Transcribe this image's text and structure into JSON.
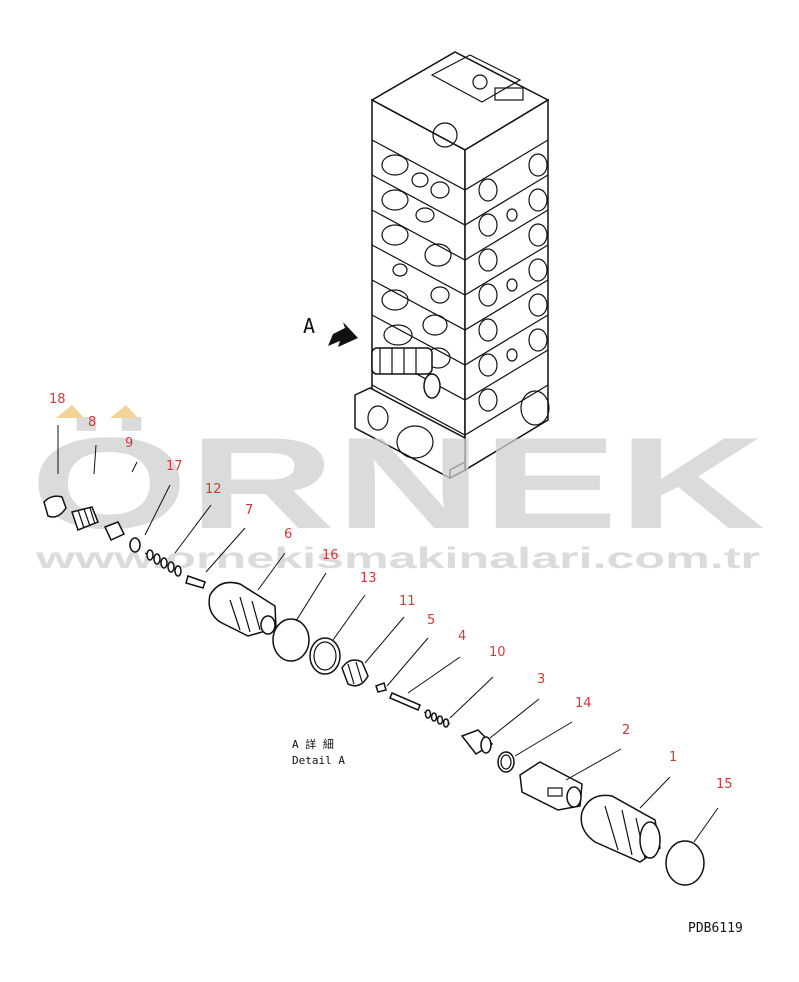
{
  "watermark": {
    "brand": "ÖRNEK",
    "url": "www.ornekismakinalari.com.tr"
  },
  "view_marker": "A",
  "detail": {
    "label_jp": "A 詳 細",
    "label_en": "Detail A"
  },
  "drawing_code": "PDB6119",
  "callouts": [
    {
      "id": "18",
      "text": "18"
    },
    {
      "id": "8",
      "text": "8"
    },
    {
      "id": "9",
      "text": "9"
    },
    {
      "id": "17",
      "text": "17"
    },
    {
      "id": "12",
      "text": "12"
    },
    {
      "id": "7",
      "text": "7"
    },
    {
      "id": "6",
      "text": "6"
    },
    {
      "id": "16",
      "text": "16"
    },
    {
      "id": "13",
      "text": "13"
    },
    {
      "id": "11",
      "text": "11"
    },
    {
      "id": "5",
      "text": "5"
    },
    {
      "id": "4",
      "text": "4"
    },
    {
      "id": "10",
      "text": "10"
    },
    {
      "id": "3",
      "text": "3"
    },
    {
      "id": "14",
      "text": "14"
    },
    {
      "id": "2",
      "text": "2"
    },
    {
      "id": "1",
      "text": "1"
    },
    {
      "id": "15",
      "text": "15"
    }
  ]
}
